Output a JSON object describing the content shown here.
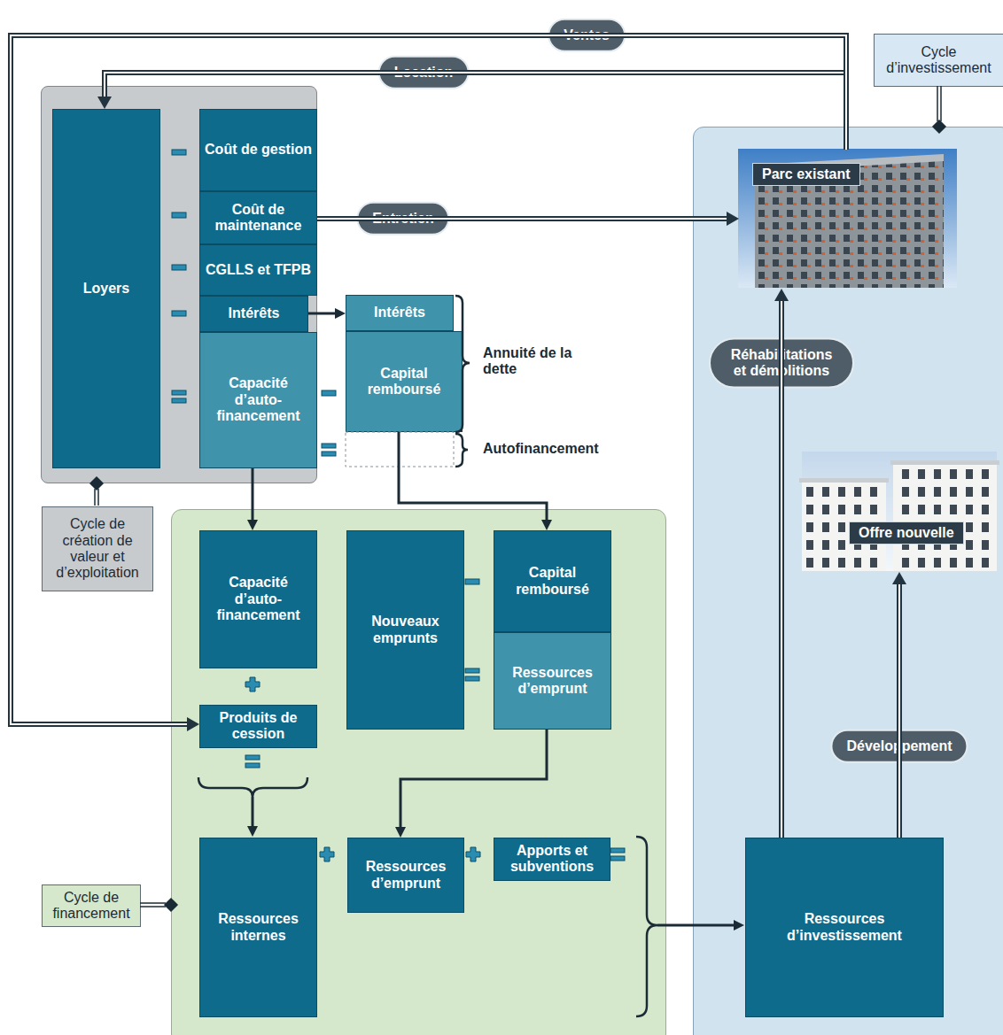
{
  "diagram": {
    "nodes": [
      {
        "text": [
          "Cycle de création de valeur et d’exploitation"
        ]
      },
      {
        "text": [
          "Loyers"
        ],
        "in": 0
      },
      {
        "text": [
          "Coût de gestion"
        ],
        "in": 0
      },
      {
        "text": [
          "Coût de maintenance"
        ],
        "in": 0
      },
      {
        "text": [
          "CGLLS et TFPB"
        ],
        "in": 0
      },
      {
        "text": [
          "Intérêts"
        ],
        "in": 0
      },
      {
        "text": [
          "Capacité d’auto-financement"
        ],
        "in": 0
      },
      {
        "text": [
          "Intérêts"
        ]
      },
      {
        "text": [
          "Capital remboursé"
        ]
      },
      {
        "text": [
          "Cycle de financement"
        ]
      },
      {
        "text": [
          "Capacité d’auto-financement"
        ],
        "in": 9
      },
      {
        "text": [
          "Nouveaux emprunts"
        ],
        "in": 9
      },
      {
        "text": [
          "Capital remboursé"
        ],
        "in": 9
      },
      {
        "text": [
          "Ressources d’emprunt"
        ],
        "in": 9
      },
      {
        "text": [
          "Produits de cession"
        ],
        "in": 9
      },
      {
        "text": [
          "Ressources internes"
        ],
        "in": 9
      },
      {
        "text": [
          "Ressources d’emprunt"
        ],
        "in": 9
      },
      {
        "text": [
          "Apports et subventions"
        ],
        "in": 9
      },
      {
        "text": [
          "Cycle d’investissement"
        ]
      },
      {
        "text": [
          "Parc existant"
        ],
        "in": 18
      },
      {
        "text": [
          "Offre nouvelle"
        ],
        "in": 18
      },
      {
        "text": [
          "Ressources d’investissement"
        ],
        "in": 18
      }
    ],
    "edges": [
      {
        "from": 19,
        "to": 1,
        "arrow": "to",
        "label": "Location"
      },
      {
        "from": 19,
        "to": 14,
        "arrow": "to",
        "label": "Ventes"
      },
      {
        "from": 3,
        "to": 19,
        "arrow": "to",
        "label": "Entretien"
      },
      {
        "from": 5,
        "to": 7,
        "arrow": "to"
      },
      {
        "from": 6,
        "to": 10,
        "arrow": "to"
      },
      {
        "from": 8,
        "to": 12,
        "arrow": "to"
      },
      {
        "from": 13,
        "to": 16,
        "arrow": "to"
      },
      {
        "from": 21,
        "to": 19,
        "arrow": "to",
        "label": "Réhabilitations et démolitions"
      },
      {
        "from": 21,
        "to": 20,
        "arrow": "to",
        "label": "Développement"
      }
    ],
    "labels": [
      "Annuité de la dette",
      "Autofinancement"
    ]
  }
}
